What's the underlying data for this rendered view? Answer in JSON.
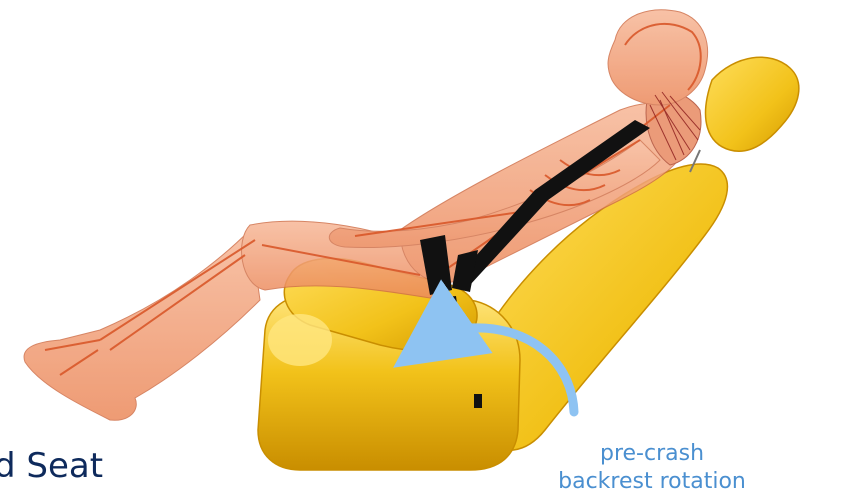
{
  "caption": {
    "line1": "pre-crash",
    "line2": "backrest rotation"
  },
  "cut_text": "d Seat",
  "colors": {
    "seat": "#f2c21a",
    "seat_shadow": "#c98e00",
    "seat_highlight": "#ffe680",
    "body": "#f2a07a",
    "bone": "#e0662e",
    "belt": "#111111",
    "arrow": "#8ec3f2",
    "caption": "#4a8fd0"
  }
}
